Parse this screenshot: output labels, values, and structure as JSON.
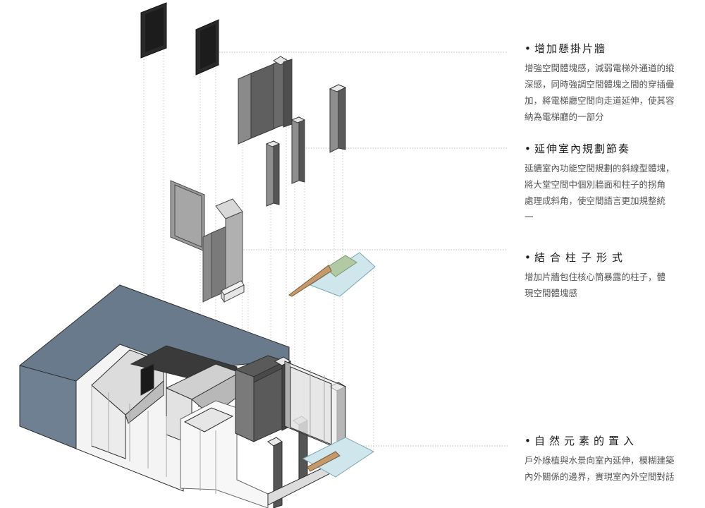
{
  "annotations": [
    {
      "bullet": "•",
      "title": "增加懸掛片牆",
      "lines": [
        "增強空間體塊感，減弱電梯外通道的縱",
        "深感，同時強調空間體塊之間的穿插疊",
        "加，將電梯廳空間向走道延伸，使其容",
        "納為電梯廳的一部分"
      ]
    },
    {
      "bullet": "•",
      "title": "延伸室內規劃節奏",
      "lines": [
        "延續室內功能空間規劃的斜線型體塊，",
        "將大堂空間中個別牆面和柱子的拐角",
        "處理成斜角，使空間語言更加規整統",
        "一"
      ]
    },
    {
      "bullet": "•",
      "title": "結合柱子形式",
      "lines": [
        "增加片牆包住核心筒暴露的柱子，體",
        "現空間體塊感"
      ]
    },
    {
      "bullet": "•",
      "title": "自然元素的置入",
      "lines": [
        "戶外綠植與水景向室內延伸，模糊建築",
        "內外關係的邊界，實現室內外空間對話"
      ]
    }
  ],
  "colors": {
    "slate_wall": "#697a8c",
    "dark_panel": "#2a2a2a",
    "mid_grey": "#6e6e6e",
    "light_grey": "#d2d2d2",
    "water": "#cfe6ec",
    "grass": "#b3c9a5",
    "wood": "#c49a6c",
    "leader_line": "#bbbbbb"
  }
}
